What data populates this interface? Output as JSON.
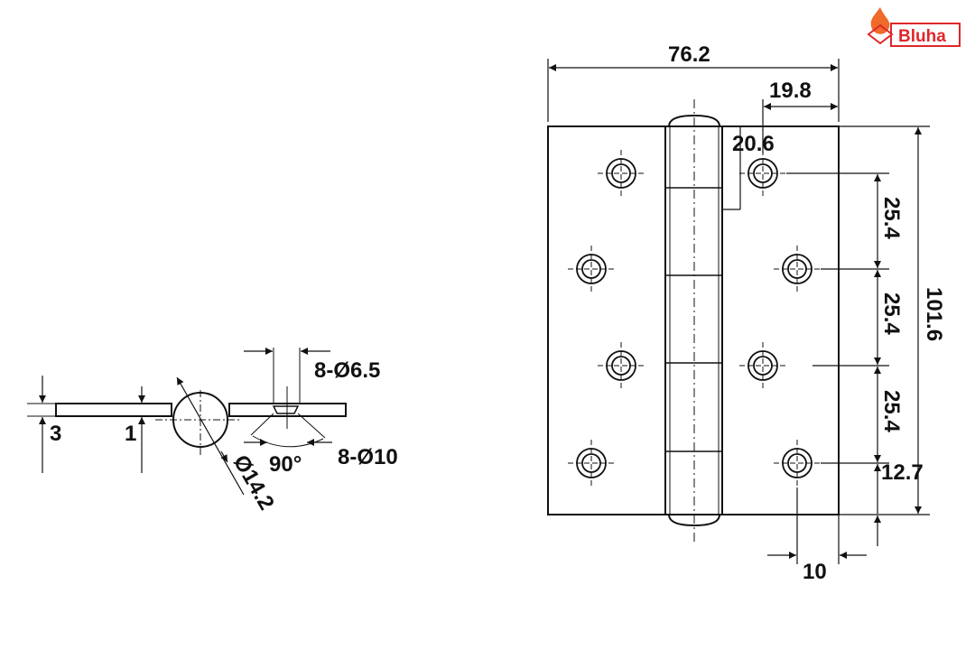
{
  "logo": {
    "text": "Bluha",
    "color": "#e0262b"
  },
  "side_view": {
    "thickness_label": "3",
    "offset_label": "1",
    "knuckle_diameter_label": "Ø14.2",
    "hole_label": "8-Ø6.5",
    "countersink_label": "8-Ø10",
    "angle_label": "90°"
  },
  "front_view": {
    "width_label": "76.2",
    "edge_to_hole_label": "19.8",
    "hole_inset_label": "20.6",
    "pitch_labels": [
      "25.4",
      "25.4",
      "25.4"
    ],
    "bottom_offset_label": "12.7",
    "height_label": "101.6",
    "side_margin_label": "10"
  }
}
